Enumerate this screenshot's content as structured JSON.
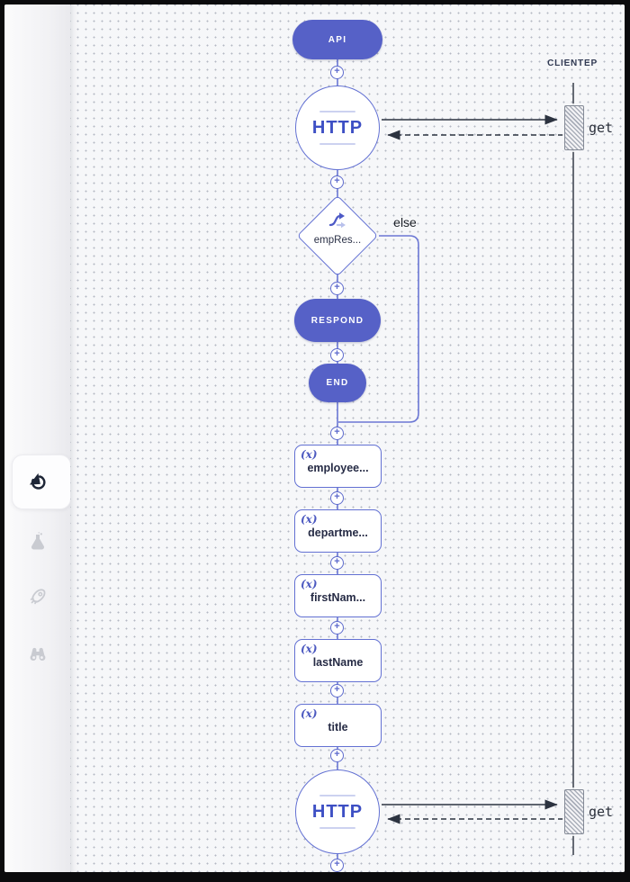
{
  "colors": {
    "accent_fill": "#5661c7",
    "node_border": "#6371d3",
    "flow_line": "#6b77d4",
    "arrow": "#2c3340",
    "lifeline": "#666b74",
    "canvas_bg": "#f6f7f9"
  },
  "sidebar": {
    "tabs": [
      {
        "name": "diagram",
        "active": true
      },
      {
        "name": "tests",
        "active": false
      },
      {
        "name": "deploy",
        "active": false
      },
      {
        "name": "observe",
        "active": false
      }
    ]
  },
  "flow": {
    "plus_icon": "+",
    "start": {
      "label": "API"
    },
    "http_top": {
      "label": "HTTP"
    },
    "decision": {
      "label": "empRes...",
      "branch_label": "else"
    },
    "respond": {
      "label": "RESPOND"
    },
    "end": {
      "label": "END"
    },
    "variables": [
      {
        "icon": "(x)",
        "name": "employee..."
      },
      {
        "icon": "(x)",
        "name": "departme..."
      },
      {
        "icon": "(x)",
        "name": "firstNam..."
      },
      {
        "icon": "(x)",
        "name": "lastName"
      },
      {
        "icon": "(x)",
        "name": "title"
      }
    ],
    "http_bottom": {
      "label": "HTTP"
    }
  },
  "endpoint": {
    "name": "CLIENTEP",
    "calls": [
      {
        "method": "get"
      },
      {
        "method": "get"
      }
    ]
  }
}
